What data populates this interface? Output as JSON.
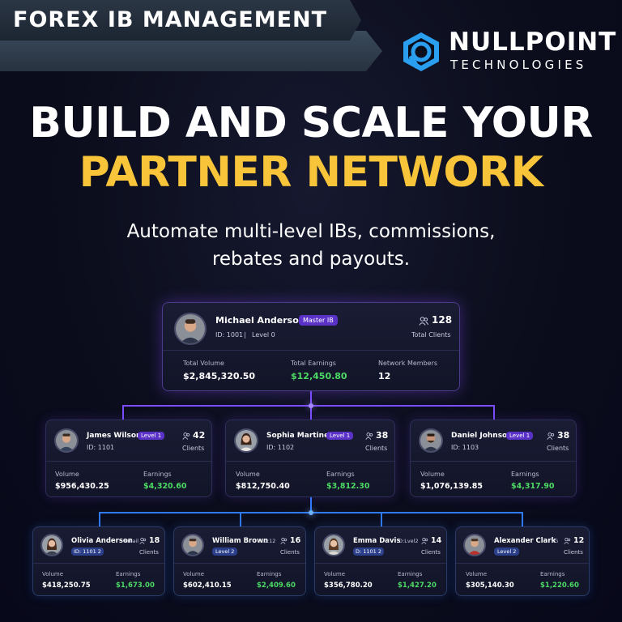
{
  "banner": {
    "text": "FOREX IB MANAGEMENT"
  },
  "logo": {
    "name": "NULLPOINT",
    "sub": "TECHNOLOGIES",
    "mark": "nullpoint-logo-icon"
  },
  "headline": {
    "line1": "BUILD AND SCALE YOUR",
    "line2": "PARTNER NETWORK"
  },
  "subtitle": {
    "line1": "Automate multi-level IBs, commissions,",
    "line2": "rebates and payouts."
  },
  "colors": {
    "accent": "#f8c43a",
    "purple": "#7b4dff",
    "blue": "#2f7bff",
    "green": "#4cd964"
  },
  "master": {
    "name": "Michael Anderson",
    "badge": "Master IB",
    "id": "ID: 1001",
    "sep": "|",
    "level": "Level 0",
    "clients": "128",
    "clients_label": "Total Clients",
    "stats": [
      {
        "label": "Total Volume",
        "value": "$2,845,320.50"
      },
      {
        "label": "Total Earnings",
        "value": "$12,450.80"
      },
      {
        "label": "Network Members",
        "value": "12"
      }
    ]
  },
  "level1": [
    {
      "name": "James Wilson",
      "badge": "Level 1",
      "id": "ID: 1101",
      "clients": "42",
      "clients_label": "Clients",
      "volume_label": "Volume",
      "volume": "$956,430.25",
      "earnings_label": "Earnings",
      "earnings": "$4,320.60"
    },
    {
      "name": "Sophia Martinez",
      "badge": "Level 1",
      "id": "ID: 1102",
      "clients": "38",
      "clients_label": "Clients",
      "volume_label": "Volume",
      "volume": "$812,750.40",
      "earnings_label": "Earnings",
      "earnings": "$3,812.30"
    },
    {
      "name": "Daniel Johnson",
      "badge": "Level 1",
      "id": "ID: 1103",
      "clients": "38",
      "clients_label": "Clients",
      "volume_label": "Volume",
      "volume": "$1,076,139.85",
      "earnings_label": "Earnings",
      "earnings": "$4,317.90"
    }
  ],
  "level2": [
    {
      "name": "Olivia Anderson",
      "tag": "Email",
      "badge": "ID: 1101 2",
      "clients": "18",
      "clients_label": "Clients",
      "volume_label": "Volume",
      "volume": "$418,250.75",
      "earnings_label": "Earnings",
      "earnings": "$1,673.00"
    },
    {
      "name": "William Brown",
      "tag": "ID:12",
      "badge": "Level 2",
      "clients": "16",
      "clients_label": "Clients",
      "volume_label": "Volume",
      "volume": "$602,410.15",
      "earnings_label": "Earnings",
      "earnings": "$2,409.60"
    },
    {
      "name": "Emma Davis",
      "tag": "D:Lvel2",
      "badge": "D: 1101 2",
      "clients": "14",
      "clients_label": "Clients",
      "volume_label": "Volume",
      "volume": "$356,780.20",
      "earnings_label": "Earnings",
      "earnings": "$1,427.20"
    },
    {
      "name": "Alexander Clark",
      "tag": "1G",
      "badge": "Level 2",
      "clients": "12",
      "clients_label": "Clients",
      "volume_label": "Volume",
      "volume": "$305,140.30",
      "earnings_label": "Earnings",
      "earnings": "$1,220.60"
    }
  ]
}
